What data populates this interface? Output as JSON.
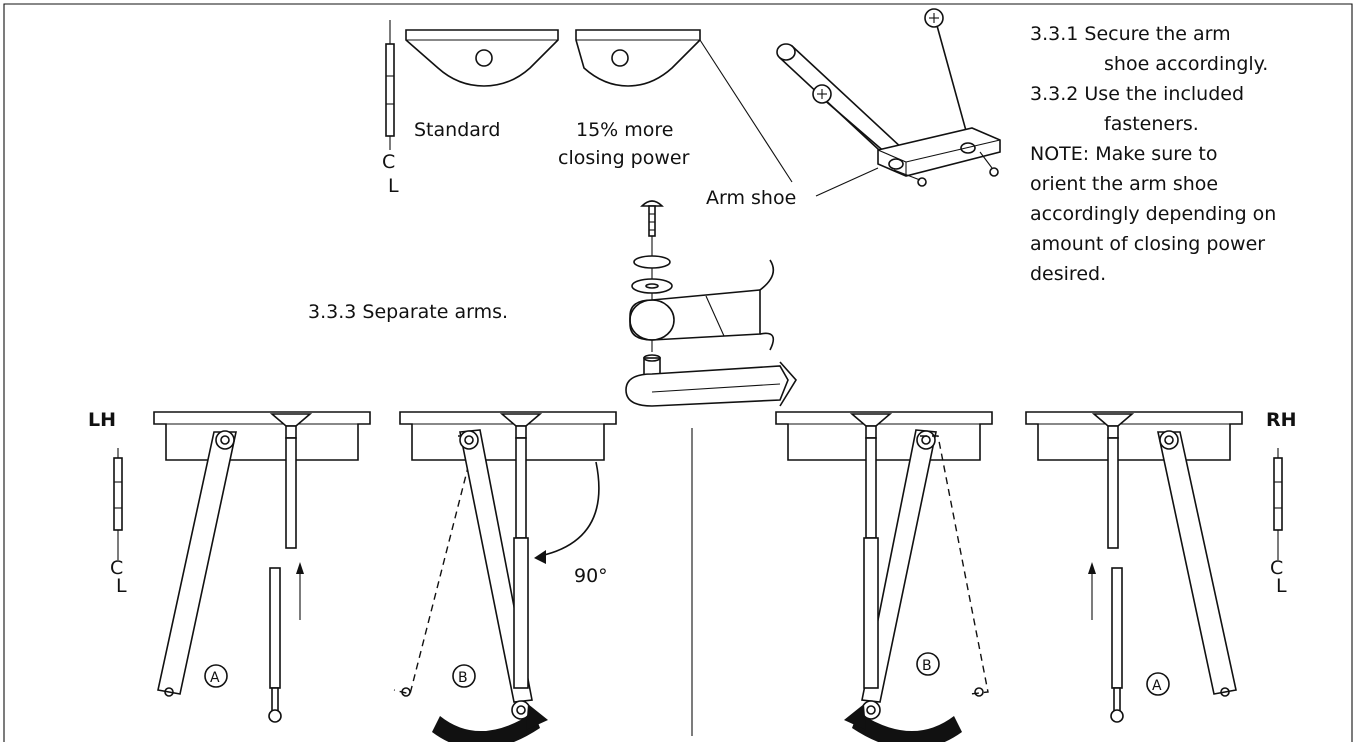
{
  "labels": {
    "standard": "Standard",
    "more_power_1": "15% more",
    "more_power_2": "closing power",
    "arm_shoe": "Arm shoe",
    "separate": "3.3.3  Separate arms.",
    "degrees": "90°",
    "lh": "LH",
    "rh": "RH",
    "centerline_c": "C",
    "centerline_l": "L",
    "marker_a": "A",
    "marker_b": "B"
  },
  "instructions": {
    "line1": "3.3.1  Secure the arm",
    "line2": "shoe accordingly.",
    "line3": "3.3.2  Use the included",
    "line4": "fasteners.",
    "note1": "NOTE:   Make sure to",
    "note2": "orient the arm shoe",
    "note3": "accordingly depending on",
    "note4": "amount of closing power",
    "note5": "desired."
  },
  "colors": {
    "ink": "#111111",
    "paper": "#ffffff"
  }
}
